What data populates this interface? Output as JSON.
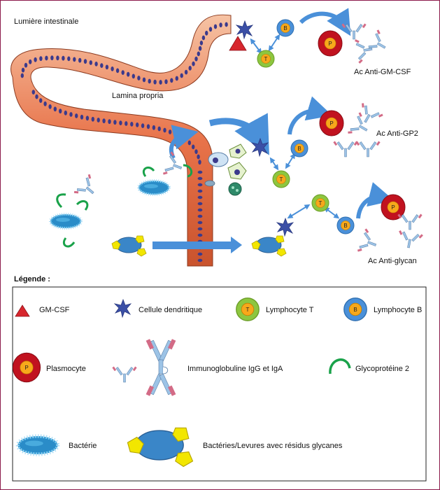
{
  "labels": {
    "lumen": "Lumière intestinale",
    "lamina": "Lamina propria",
    "ab_gmcsf": "Ac Anti-GM-CSF",
    "ab_gp2": "Ac Anti-GP2",
    "ab_glycan": "Ac Anti-glycan"
  },
  "cell_letters": {
    "T": "T",
    "B": "B",
    "P": "P"
  },
  "legend": {
    "title": "Légende :",
    "items": [
      {
        "key": "gmcsf",
        "label": "GM-CSF"
      },
      {
        "key": "dc",
        "label": "Cellule dendritique"
      },
      {
        "key": "tcell",
        "label": "Lymphocyte T"
      },
      {
        "key": "bcell",
        "label": "Lymphocyte B"
      },
      {
        "key": "plasma",
        "label": "Plasmocyte"
      },
      {
        "key": "ig",
        "label": "Immunoglobuline IgG et IgA"
      },
      {
        "key": "gp2",
        "label": "Glycoprotéine 2"
      },
      {
        "key": "bacteria",
        "label": "Bactérie"
      },
      {
        "key": "glycan",
        "label": "Bactéries/Levures avec résidus glycanes"
      }
    ]
  },
  "colors": {
    "frame": "#8b1a4a",
    "epithelium": "#e8734a",
    "nucleus": "#3b3a8c",
    "arrow": "#4a90d9",
    "tcell_outer": "#8dc63f",
    "bcell_outer": "#4a90d9",
    "plasma_outer": "#c1121f",
    "cell_core": "#f7a81b",
    "gmcsf": "#d7262d",
    "dendritic": "#3b4fa6",
    "gp2": "#1aa24a",
    "glycan": "#f2e600"
  }
}
